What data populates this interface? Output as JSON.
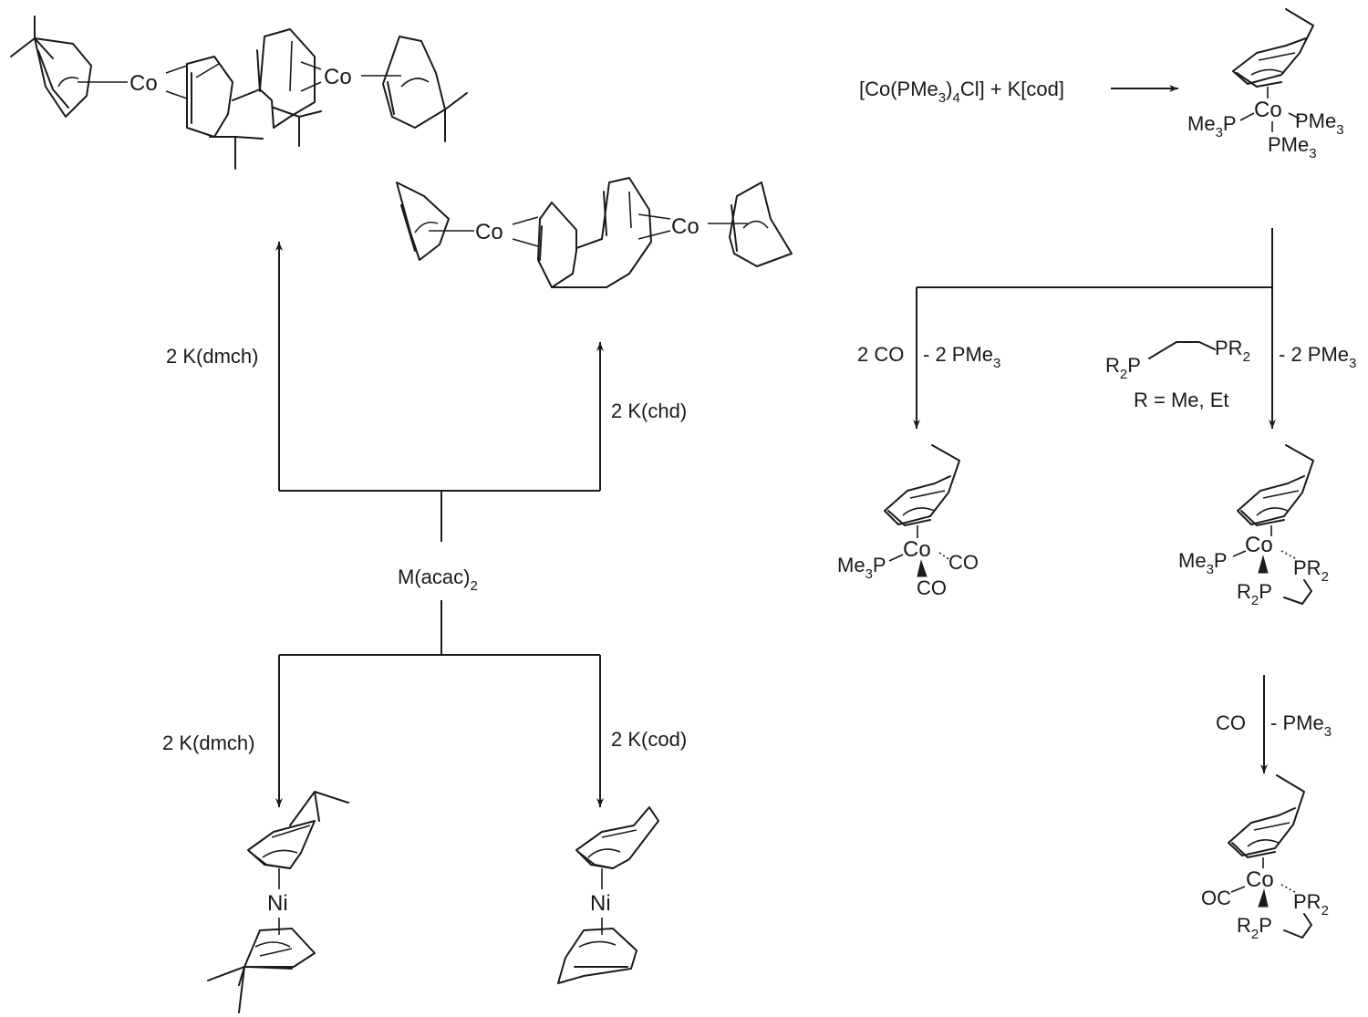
{
  "left_scheme": {
    "center_reagent": "M(acac)",
    "center_reagent_sub": "2",
    "arrows": {
      "up_left": "2 K(dmch)",
      "up_right": "2 K(chd)",
      "down_left": "2 K(dmch)",
      "down_right": "2 K(cod)"
    },
    "products": {
      "dmch_dimer_metal_left": "Co",
      "dmch_dimer_metal_right": "Co",
      "chd_dimer_metal_left": "Co",
      "chd_dimer_metal_right": "Co",
      "ni_dmch_metal": "Ni",
      "ni_cod_metal": "Ni"
    }
  },
  "right_scheme": {
    "start_reaction": {
      "reagent_a_prefix": "[Co(PMe",
      "reagent_a_sub": "3",
      "reagent_a_mid": ")",
      "reagent_a_sub2": "4",
      "reagent_a_suffix": "Cl]",
      "plus": "+",
      "reagent_b": "K[cod]"
    },
    "product_1": {
      "metal": "Co",
      "ligand_left": "Me",
      "ligand_left_sub": "3",
      "ligand_left_atom": "P",
      "ligand_right": "PMe",
      "ligand_right_sub": "3",
      "ligand_bottom": "PMe",
      "ligand_bottom_sub": "3"
    },
    "branch_left": {
      "reagent": "2 CO",
      "loss_prefix": "- 2 PMe",
      "loss_sub": "3"
    },
    "branch_right": {
      "diphos_left": "R",
      "diphos_left_sub": "2",
      "diphos_left_atom": "P",
      "diphos_right": "PR",
      "diphos_right_sub": "2",
      "r_definition": "R = Me, Et",
      "loss_prefix": "- 2 PMe",
      "loss_sub": "3"
    },
    "product_2": {
      "metal": "Co",
      "ligand_left": "Me",
      "ligand_left_sub": "3",
      "ligand_left_atom": "P",
      "ligand_right": "CO",
      "ligand_bottom": "CO"
    },
    "product_3": {
      "metal": "Co",
      "ligand_left": "Me",
      "ligand_left_sub": "3",
      "ligand_left_atom": "P",
      "ligand_right": "PR",
      "ligand_right_sub": "2",
      "ligand_bottom": "R",
      "ligand_bottom_sub": "2",
      "ligand_bottom_atom": "P"
    },
    "final_step": {
      "reagent": "CO",
      "loss_prefix": "- PMe",
      "loss_sub": "3"
    },
    "product_4": {
      "metal": "Co",
      "ligand_left": "OC",
      "ligand_right": "PR",
      "ligand_right_sub": "2",
      "ligand_bottom": "R",
      "ligand_bottom_sub": "2",
      "ligand_bottom_atom": "P"
    }
  }
}
